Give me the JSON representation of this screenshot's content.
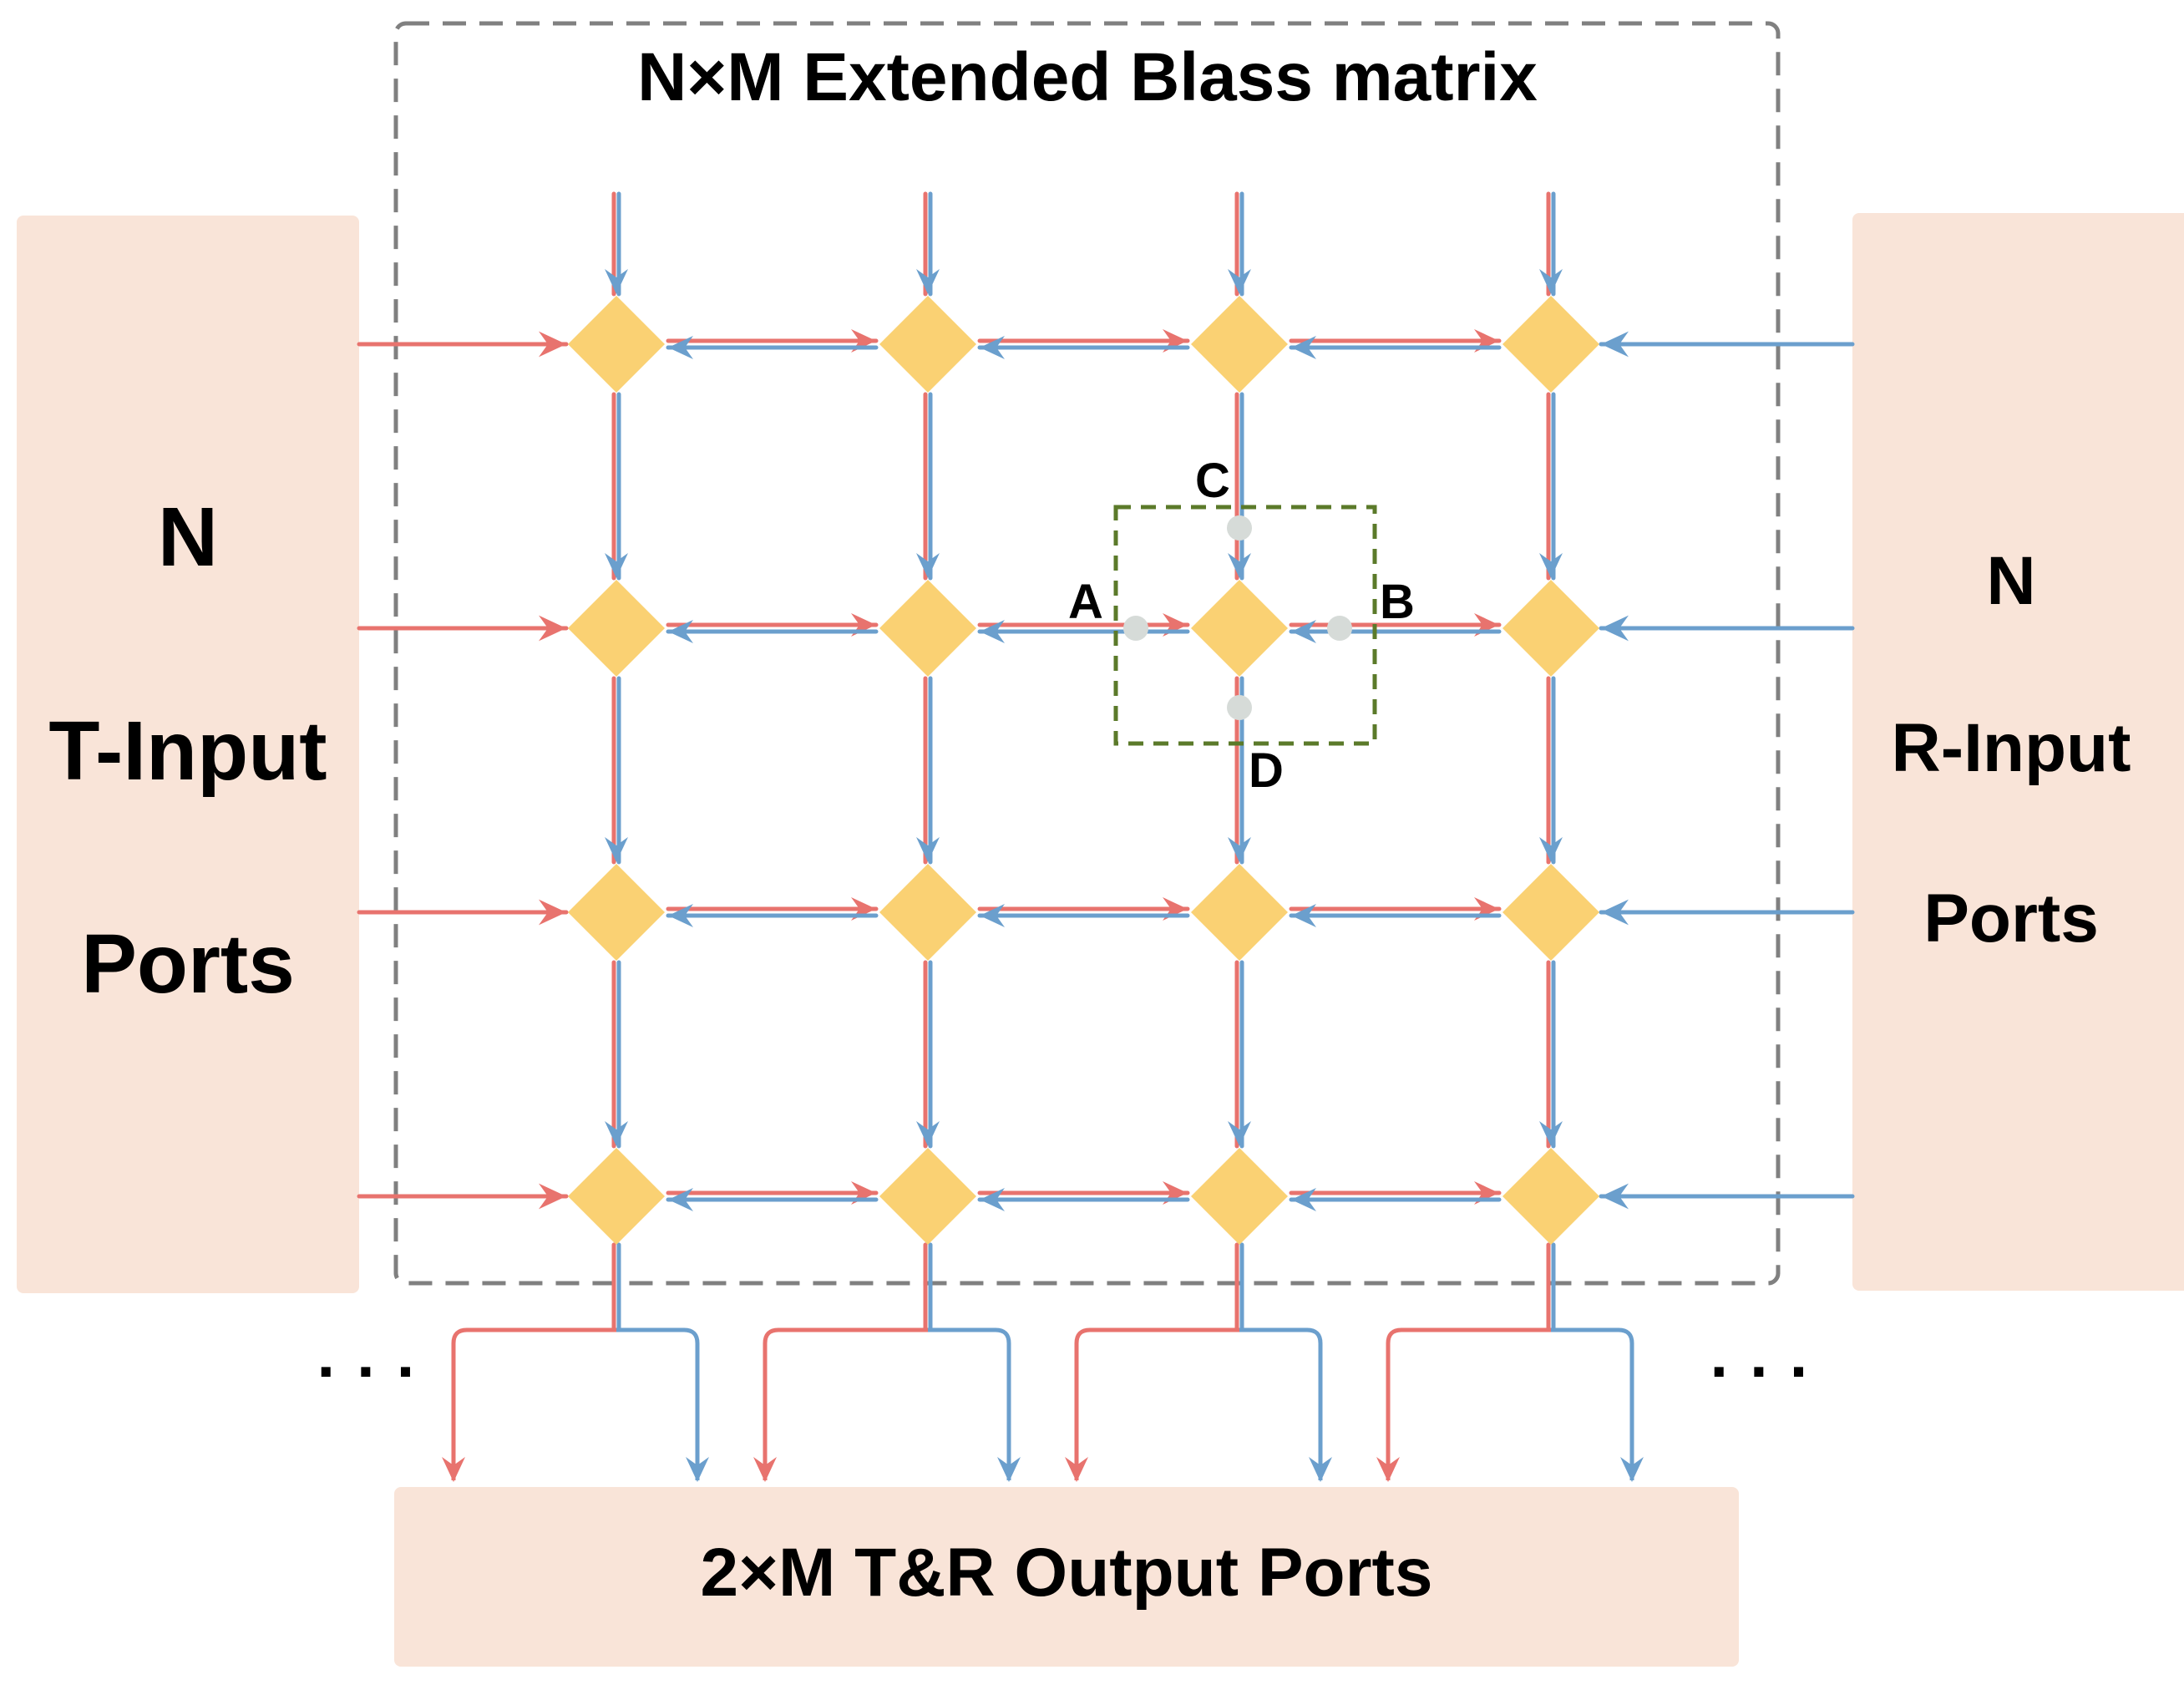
{
  "title": "N×M Extended Blass matrix",
  "left_panel": {
    "line1": "N",
    "line2": "T-Input",
    "line3": "Ports"
  },
  "right_panel": {
    "line1": "N",
    "line2": "R-Input",
    "line3": "Ports"
  },
  "bottom_panel": {
    "label": "2×M T&R Output Ports"
  },
  "node_labels": {
    "a": "A",
    "b": "B",
    "c": "C",
    "d": "D"
  },
  "ellipsis": "· · ·",
  "colors": {
    "t_signal": "#E8736E",
    "r_signal": "#6B9FCD",
    "node": "#FAD173",
    "panel": "#F9E4D8",
    "outline": "#808080",
    "highlight": "#5B7A2A",
    "port_dot": "#D6DBD8"
  },
  "icons": {
    "node": "diamond-node-icon",
    "arrow": "arrow-head-icon",
    "port_dot": "port-dot-icon"
  }
}
